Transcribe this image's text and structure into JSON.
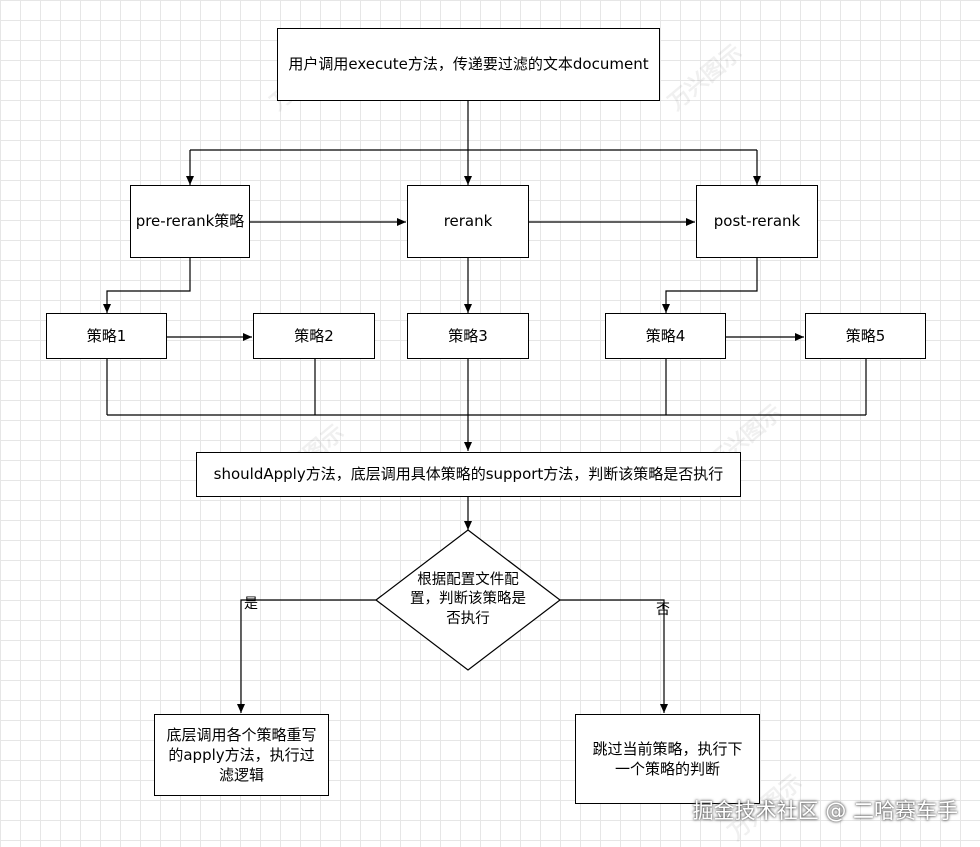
{
  "nodes": {
    "start": "用户调用execute方法，传递要过滤的文本document",
    "pre": "pre-rerank策略",
    "rerank": "rerank",
    "post": "post-rerank",
    "s1": "策略1",
    "s2": "策略2",
    "s3": "策略3",
    "s4": "策略4",
    "s5": "策略5",
    "should": "shouldApply方法，底层调用具体策略的support方法，判断该策略是否执行",
    "decision": "根据配置文件配置，判断该策略是否执行",
    "apply": "底层调用各个策略重写的apply方法，执行过滤逻辑",
    "skip": "跳过当前策略，执行下一个策略的判断"
  },
  "labels": {
    "yes": "是",
    "no": "否"
  },
  "watermark": "万兴图示",
  "credit": "掘金技术社区 @ 二哈赛车手"
}
